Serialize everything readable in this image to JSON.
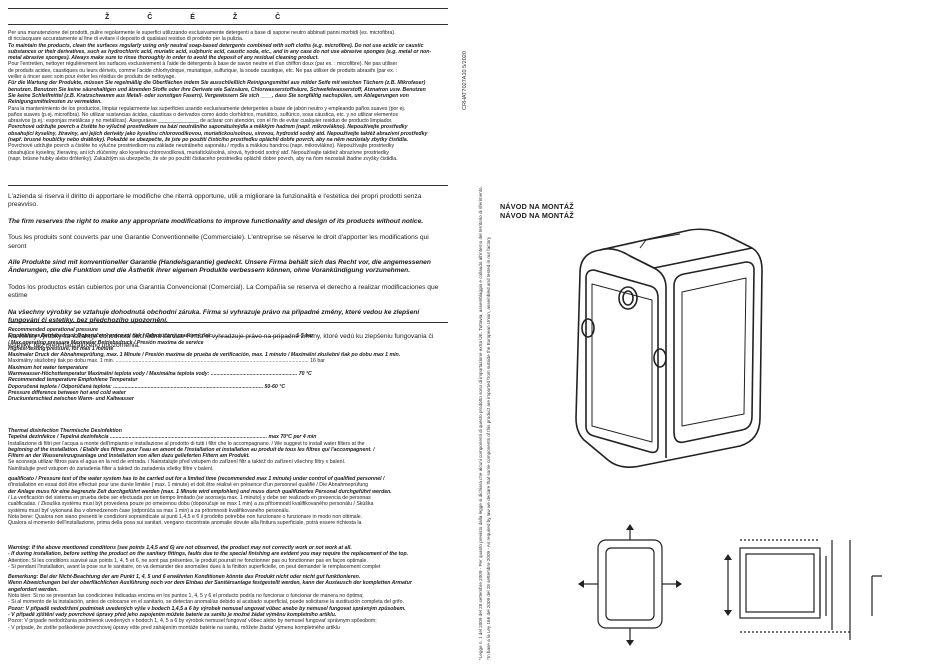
{
  "header": {
    "glyphs": [
      "Ž",
      "Č",
      "É",
      "Ž",
      "Č"
    ]
  },
  "section_cleaning": {
    "lines": [
      {
        "t": "Per una manutenzione dei prodotti, pulire regolarmente le superfici utilizzando esclusivamente detergenti a base di sapone neutro abbinati panni morbidi (es. microfibra).",
        "b": false
      },
      {
        "t": "di ricciacquare accuratamente al fine di evitare il deposito  di qualsiasi residuo di prodotto per la pulizia.",
        "b": false
      },
      {
        "t": "To maintain the products, clean the surfaces regularly using only neutral soap-based detergents combined with soft cloths (e.g. microfibre). Do not use acidic or caustic",
        "b": true
      },
      {
        "t": "substances or their derivatives, such as hydrochloric acid, muriatic acid, sulphuric acid, caustic soda, etc., and in any case do not use abrasive sponges (e.g. metal or non-",
        "b": true
      },
      {
        "t": "metal abrasive sponges). Always make sure to rinse thoroughly in order to avoid the deposit of any residual cleaning product.",
        "b": true
      },
      {
        "t": "Pour l'entretien, nettoyer régulièrement les surfaces exclusivement à l'aide de détergents à base de savon neutre et d'un chiffon doux (par ex. : microfibre). Ne pas utiliser",
        "b": false
      },
      {
        "t": "de produits acides, caustiques ou leurs dérivés, comme l'acide chlorhydrique, muriatique, sulfurique, la soude caustique, etc. Ne pas utiliser de produits abrasifs (par ex. :",
        "b": false
      },
      {
        "t": "veiller à rincer avec soin pour éviter les résidus de produits de nettoyage.",
        "b": false
      },
      {
        "t": "Für die Wartung der Produkte, müssen Sie regelmäßig die Oberflächen indem Sie ausschließlich Reinigungsmittel aus milder Seife mit weichen Tüchern (z.B. Mikrofaser)",
        "b": true
      },
      {
        "t": "benutzen. Benutzen Sie keine säurehaltigen und ätzenden Stoffe oder ihre Derivate wie Salzsäure, Chlorwasserstoffsäure, Schwefelwasserstoff, Ätznatron usw. Benutzen",
        "b": true
      },
      {
        "t": "Sie keine Schleifmittel (z.B. Kratzschwamm aus Metall- oder sonstigen Fasern). Vergewissern Sie sich ____, dass Sie sorgfältig nachspülen, um Ablagerungen von",
        "b": true
      },
      {
        "t": "Reinigungsmittelresten zu vermeiden.",
        "b": true
      },
      {
        "t": "Para la mantenimiento de los productos, limpiar regularmente las superficies usando exclusivamente detergentes a base de jabón neutro y empleando paños suaves (por ej.",
        "b": false
      },
      {
        "t": "paños suaves (p.ej. microfibra). No utilizar sustancias ácidas, cáusticas o derivados como ácido clorhídrico, muriático, sulfúrico, sosa cáustica, etc. y no utilizar elementos",
        "b": false
      },
      {
        "t": "abrasivos (p.ej.: esponjas metálicas y no metálicas). Aseguráese ______________ de aclarar con atención, con el fin de evitar cualquier residuo de producto limpiador.",
        "b": false
      },
      {
        "t": "Povrchové udržujte povrch a čistěte ho výlučně prostředkem na bázi neutrálního saponátu/mýdla  a měkkým hadrem (např. mikrovlákno). Nepoužívejte prostředky",
        "b": true
      },
      {
        "t": "obsahující kyseliny, žíraviny, ani jejich deriváty jako kyselinu chlorovodíkovou, muriatickou/solnou, sírovou, hydroxid sodný atd. Nepoužívejte taktéž abrazivní prostředky",
        "b": true
      },
      {
        "t": "(např. brusné houbičky nebo drátěnky). Pokaždé se ubezpečte, že jste po použití čisticího prostředku opláchli dobře povrch, aby na něm nezůstaly zbytky čistidla.",
        "b": true
      },
      {
        "t": "Povrchové udržujte povrch a čistěte ho výlučne prostriedkom na základe neutrálneho saponátu / mydla a mäkkou handrou (napr. mikrovlákno). Nepoužívajte prostriedky",
        "b": false
      },
      {
        "t": "obsahujúce kyseliny, žieraviny, ani ich zlúčeniny ako kyselina chlorovodíková, muriatická/solná, sírová, hydroxid sodný atď. Nepoužívajte taktiež abrazívne prostriedky",
        "b": false
      },
      {
        "t": "(napr. brúsne hubky alebo drôtenky). Zakaždým sa ubezpečte, že ste po použití čistiaceho prostriedku opláchli dobre povrch, aby na ňom nezostali žiadne zvyšky čistidla.",
        "b": false
      }
    ]
  },
  "section_rights": {
    "paragraphs": [
      {
        "t": "L'azienda si riserva il diritto di apportare le modifiche che riterrà opportune, utili a migliorare la funzionalità e l'estetica dei propri prodotti senza preavviso.",
        "b": false
      },
      {
        "t": "The firm reserves the right to make any appropriate modifications to improve functionality and design of its products without notice.",
        "b": true
      },
      {
        "t": "Tous les produits sont couverts par une Garantie Conventionnelle (Commerciale). L'entreprise se réserve le droit d'apporter les modifications qui seront",
        "b": false
      },
      {
        "t": "Alle Produkte sind mit konventioneller Garantie (Handelsgarantie) gedeckt. Unsere Firma behält sich das Recht vor, die angemessenen Änderungen, die die Funktion und die Ästhetik ihrer eigenen Produkte verbessern können, ohne Vorankündigung vorzunehmen.",
        "b": true
      },
      {
        "t": "Todos los productos están cubiertos por una Garantía Convencional (Comercial). La Compañía se reserva el derecho a realizar modificaciones que estime",
        "b": false
      },
      {
        "t": "Na všechny výrobky se vztahuje dohodnutá obchodní záruka. Firma si vyhrazuje právo na případné změny, které vedou ke zlepšení fungování či estetiky, bez předchozího upozornění.",
        "b": true
      },
      {
        "t": "Na všetky výrobky sa vzťahuje dohodnutá obchodná záruka. Firma si vyhradzuje právo na prípadné zmeny, ktoré vedú ku zlepšeniu fungovania či estetiky, bez predchádzajúceho upozornenia.",
        "b": false
      }
    ]
  },
  "section_tech": {
    "lines": [
      {
        "t": "Recommended operational pressure",
        "b": true
      },
      {
        "t": "Empfohlener Betriebsdruck                    Doporučený pracovní tlak / Odporúčaný pracovný tlak: ........................................................ 1-5 bar",
        "b": true
      },
      {
        "t": "/ Max operating pressure                                                    Maximaler Betriebsdruck /                                        Presión maxima de service",
        "b": true
      },
      {
        "t": "Highest testing pressure, for  max 1 minute",
        "b": true
      },
      {
        "t": "Maximaler Druck der Abnahmeprüfung, max. 1 Minute / Presión maxima de prueba de verificación, max. 1 minuto / Maximální zkušební tlak po dobu max 1 min.",
        "b": true
      },
      {
        "t": "Maximálny skúšobný tlak po dobu max. 1 min. ...................................................................................................................................... 16 bar",
        "b": false
      },
      {
        "t": "Maximum hot water temperature",
        "b": true
      },
      {
        "t": "Warmwasser-Höchsttemperatur               Maximální teplota vody / Maximálna teplota vody: ............................................................ 70 °C",
        "b": true
      },
      {
        "t": "Recommended temperature                                               Empfohlene Temperatur",
        "b": true
      },
      {
        "t": "Doporučená teplota / Odporúčaná teplota: ........................................................................................................ 50-60 °C",
        "b": true
      },
      {
        "t": "Pressure difference between hot and cold water",
        "b": true
      },
      {
        "t": "Druckunterschied zwischen Warm- und Kaltwasser",
        "b": true
      }
    ]
  },
  "section_install": {
    "lines": [
      {
        "t": "Thermal disinfection                              Thermische Desinfektion",
        "b": true
      },
      {
        "t": "Tepelná dezinfekce / Tepelná dezinfekcia ............................................................................................................. max 70°C per 4 min",
        "b": true
      },
      {
        "t": "Installazione di filtri per l'acqua a monte dell'impianto e installazione al prodotto di tutti i filtri che lo accompagnano. / We suggest to install water filters at the",
        "b": false
      },
      {
        "t": "beginning of the installation. / Établir des filtres pour l'eau en amont de l'installation et installation au produit de tous les filtres qui l'accompagnent. /",
        "b": true
      },
      {
        "t": "Filtern an der Wassereinzugsanlage und Installation von allen dazu gelieferten Filtern am Produkt.",
        "b": true
      },
      {
        "t": "Se aconseja utilizar filtros para el agua en la red de entrada. / Nainstalujte před vstupem do zařízení filtr a taktéž do zařízení všechny filtry v balení.",
        "b": false
      },
      {
        "t": "Nainštalujte pred vstupom do zariadenia filter a taktiež do zariadenia všetky filtre v balení.",
        "b": false
      },
      {
        "t": "",
        "b": false
      },
      {
        "t": "qualificato / Pressure test  of the water system has to be carried out for a limited time (recommended max 1 minute) under control of qualified personnel /",
        "b": true
      },
      {
        "t": "d'installation en essai doit être effectué pour une durée limitée ( max. 1 minute) et doit être réalisé en présence d'un personnel qualifié / Die Abnahmeprüfung",
        "b": false
      },
      {
        "t": "der Anlage muss für eine begrenzte Zeit durchgeführt werden (max. 1 Minute wird empfohlen) und muss durch qualifiziertes Personal durchgeführt werden.",
        "b": true
      },
      {
        "t": "/ La verificación del sistema en prueba debe ser efectuada por un tiempo limitado (se aconseja max. 1 minuto) y debe ser realizado en presencia de personas",
        "b": false
      },
      {
        "t": "cualificadas. / Zkouška systému musí být provedena pouze po omezenou dobu (doporučuje se max 1 min) a za přítomnosti kvalifikovaného personálu / Skúška",
        "b": false
      },
      {
        "t": "systému musí byť vykonaná iba v obmedzenom čase (odporúča sa max 1 min) a za prítomnosti kvalifikovaného personálu.",
        "b": false
      },
      {
        "t": "Nota bene: Qualora non siano presenti le condizioni sopraindicate ai punti 1,4,5 e 6 il prodotto potrebbe non funzionare o funzionare in modo non ottimale.",
        "b": false
      },
      {
        "t": "Qualora al momento dell'installazione, prima della posa sui sanitari, vengano riscontrate anomalie dovute alla finitura superficiale, potrà essere       richiesta la",
        "b": false
      }
    ]
  },
  "section_warning": {
    "lines": [
      {
        "t": "Warning: If the above mentioned conditions (see points 1,4,5 and 6) are not observed, the product may not correctly work or not work at all.",
        "b": true
      },
      {
        "t": "- If during installation, before setting the product on the sanitary fittings, faults due to the special finishing are evident you may require the replacement of the top.",
        "b": true
      },
      {
        "t": "Attention: Si les conditions susvisé aux points 1, 4, 5 et 6, ne sont pas présentes, le produit pourrait ne fonctionner pas ou fonctionner pas en façon optimale.",
        "b": false
      },
      {
        "t": "- Si pendant l'installation, avant la pose sur le sanitaire, on va demander des anomalies dues à la finition superficielle, on peut demander le remplacement complet",
        "b": false
      },
      {
        "t": "",
        "b": false
      },
      {
        "t": "Bemerkung: Bei der Nicht-Beachtung der am Punkt 1, 4, 5 und 6 erwähnten Konditionen könnte das Produkt nicht oder nicht gut funktionieren.",
        "b": true
      },
      {
        "t": "Wenn Abweichungen bei der oberflächlichen Ausführung noch vor dem Einbau der Sanitärsanlage festgestellt werden, kann der Austausch der kompletten Armatur",
        "b": true
      },
      {
        "t": "angefordert werden.",
        "b": true
      },
      {
        "t": "Nota bien: Si no se presentan las condiciones indicadas encima en los puntos 1, 4, 5 y 6 el producto podría no funcionar o funcionar de manera no óptima;",
        "b": false
      },
      {
        "t": "- Si al momento de la instalación, antes de colocarse en el sanitario, se detectan anomalías debido al acabado superficial, puede solicitarse la sustitución completa del grifo.",
        "b": false
      },
      {
        "t": "Pozor: V případě nedodržení podmínek uvedených výše v bodech 1,4,5 a 6 by výrobek nemusel  ungovat vůbec anebo by nemusel fungovat správným způsobem.",
        "b": true
      },
      {
        "t": "- V případě zjištění vady povrchové úpravy před jeho zapojením můžete baterie za sanitu je možné žádat výměnu kompletního artiklu.",
        "b": true
      },
      {
        "t": "Pozor: V prípade nedodržania podmienok uvedených v bodoch 1, 4, 5 a 6 by výrobok nemusel fungovať vôbec alebo by nemusel fungovať správnym spôsobom;",
        "b": false
      },
      {
        "t": "- V prípade, že zistíte poškodenie povrchovej úpravy ešte pred zahájením montáže batérie na sanitu, môžete žiadať výmenu kompletného artiklu",
        "b": false
      }
    ]
  },
  "side": {
    "code": "CRHAT7027A10   5/2020",
    "legal_lines": [
      "*Legge n. 1 del 2009 del 28 settembre 2009 - Per quanto previsto dalla legge si dichiara che alcuni componenti di questo prodotto sono di importazione extra UE. Tuttavia, assemblaggio e collaudo all'interno del territorio di riferimento.",
      "*In base a la Ley 166 del 2009 del 28 settembre 2009 - As required by law we declare that some components of this product are imported from outside the European Union, assembled and tested in our factory"
    ]
  },
  "right": {
    "titles": [
      "NÁVOD NA MONTÁŽ",
      "NÁVOD NA MONTÁŽ"
    ]
  }
}
